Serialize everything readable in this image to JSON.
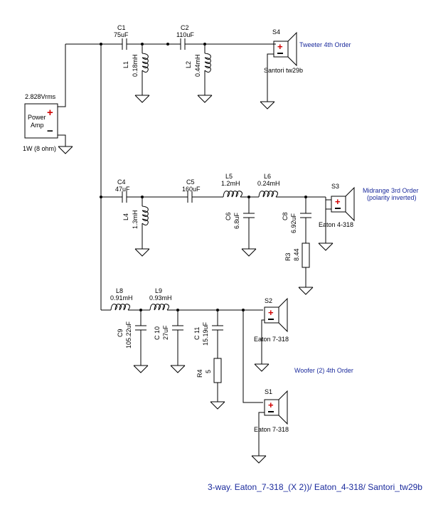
{
  "amp": {
    "voltage": "2.828Vrms",
    "name_line1": "Power",
    "name_line2": "Amp",
    "power": "1W (8 ohm)",
    "plus": "+",
    "minus": "−"
  },
  "tweeter": {
    "c1_name": "C1",
    "c1_value": "75uF",
    "c2_name": "C2",
    "c2_value": "110uF",
    "l1_name": "L1",
    "l1_value": "0.18mH",
    "l2_name": "L2",
    "l2_value": "0.44mH",
    "speaker_name": "S4",
    "speaker_model": "Santori tw29b",
    "title": "Tweeter 4th Order"
  },
  "midrange": {
    "c4_name": "C4",
    "c4_value": "47uF",
    "c5_name": "C5",
    "c5_value": "160uF",
    "l4_name": "L4",
    "l4_value": "1.3mH",
    "l5_name": "L5",
    "l5_value": "1.2mH",
    "l6_name": "L6",
    "l6_value": "0.24mH",
    "c6_name": "C6",
    "c6_value": "6.8uF",
    "c8_name": "C8",
    "c8_value": "6.92uF",
    "r3_name": "R3",
    "r3_value": "8.44",
    "speaker_name": "S3",
    "speaker_model": "Eaton 4-318",
    "title_line1": "Midrange 3rd Order",
    "title_line2": "(polarity inverted)"
  },
  "woofer": {
    "l8_name": "L8",
    "l8_value": "0.91mH",
    "l9_name": "L9",
    "l9_value": "0.93mH",
    "c9_name": "C9",
    "c9_value": "105.22uF",
    "c10_name": "C 10",
    "c10_value": "27uF",
    "c11_name": "C 11",
    "c11_value": "15.19uF",
    "r4_name": "R4",
    "r4_value": "5",
    "s2_name": "S2",
    "s2_model": "Eaton 7-318",
    "s1_name": "S1",
    "s1_model": "Eaton 7-318",
    "title": "Woofer (2) 4th Order"
  },
  "caption": "3-way. Eaton_7-318_(X 2))/ Eaton_4-318/ Santori_tw29b"
}
